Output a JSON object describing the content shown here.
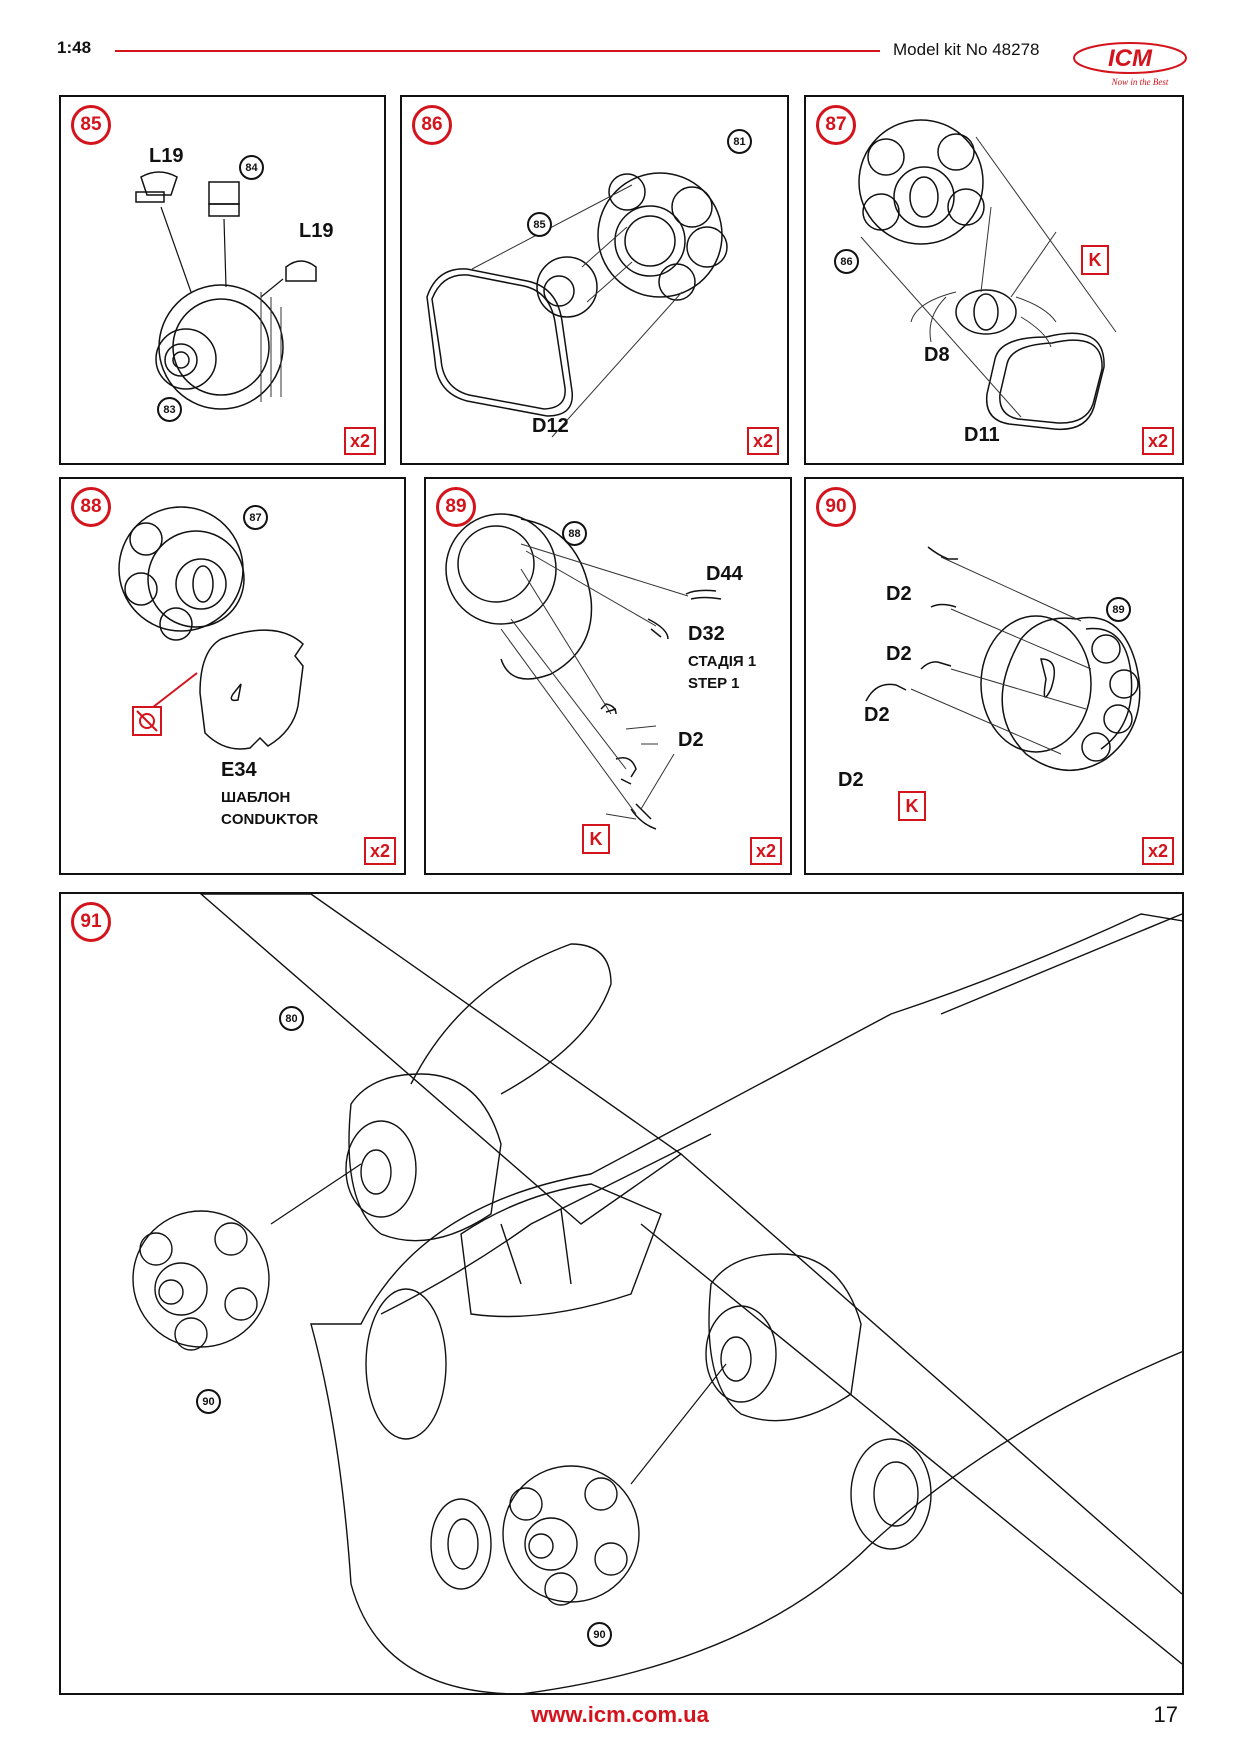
{
  "header": {
    "scale": "1:48",
    "kit": "Model kit No 48278",
    "logo_text": "ICM",
    "logo_tagline": "Now in the Best"
  },
  "steps": [
    {
      "num": "85",
      "refs": [
        "84",
        "83"
      ],
      "parts": [
        "L19",
        "L19"
      ],
      "mult": "x2"
    },
    {
      "num": "86",
      "refs": [
        "81",
        "85"
      ],
      "parts": [
        "D12"
      ],
      "mult": "x2"
    },
    {
      "num": "87",
      "refs": [
        "86"
      ],
      "parts": [
        "D8",
        "D11"
      ],
      "k": "K",
      "mult": "x2"
    },
    {
      "num": "88",
      "refs": [
        "87"
      ],
      "parts": [
        "E34"
      ],
      "template_ua": "ШАБЛОН",
      "template_en": "CONDUKTOR",
      "mult": "x2"
    },
    {
      "num": "89",
      "refs": [
        "88"
      ],
      "parts": [
        "D44",
        "D32",
        "D2"
      ],
      "stage_ua": "СТАДІЯ 1",
      "stage_en": "STEP 1",
      "k": "K",
      "mult": "x2"
    },
    {
      "num": "90",
      "refs": [
        "89"
      ],
      "parts": [
        "D2",
        "D2",
        "D2",
        "D2"
      ],
      "k": "K",
      "mult": "x2"
    },
    {
      "num": "91",
      "refs": [
        "80",
        "90",
        "90"
      ]
    }
  ],
  "footer": {
    "url": "www.icm.com.ua",
    "page": "17"
  },
  "colors": {
    "accent": "#d4141c",
    "ink": "#111111"
  }
}
